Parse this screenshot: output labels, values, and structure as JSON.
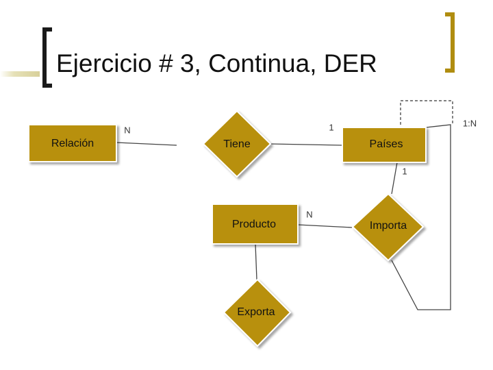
{
  "slide": {
    "title": "Ejercicio # 3, Continua, DER"
  },
  "legend": {
    "label": "Relación"
  },
  "entities": {
    "paises": "Países",
    "producto": "Producto"
  },
  "relationships": {
    "tiene": "Tiene",
    "importa": "Importa",
    "exporta": "Exporta"
  },
  "cardinalities": {
    "tiene_n": "N",
    "tiene_1": "1",
    "paises_1": "1",
    "importa_n": "N",
    "recursive": "1:N"
  },
  "colors": {
    "shape_fill": "#b8900a",
    "shape_stroke": "#ffffff",
    "line": "#444444",
    "dashed": "#333333"
  }
}
